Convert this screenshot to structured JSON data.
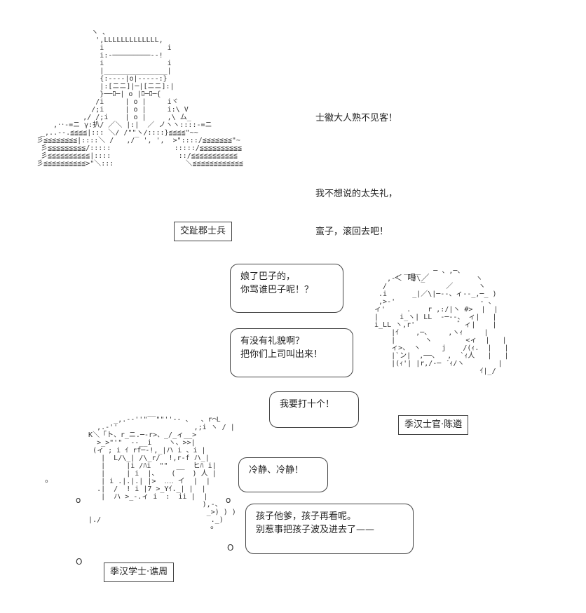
{
  "soldier": {
    "speech": [
      "士徽大人熟不见客！",
      "",
      "我不想说的太失礼，",
      "蛮子，滚回去吧！"
    ],
    "label": "交趾郡士兵"
  },
  "bubbles": [
    {
      "id": "b1",
      "lines": [
        "娘了巴子的，",
        "你骂谁巴子呢！？"
      ]
    },
    {
      "id": "b2",
      "lines": [
        "有没有礼貌啊？",
        "把你们上司叫出来！"
      ]
    },
    {
      "id": "b3",
      "lines": [
        "我要打十个！"
      ]
    },
    {
      "id": "b4",
      "lines": [
        "冷静、冷静！"
      ]
    },
    {
      "id": "b5",
      "lines": [
        "孩子他爹，孩子再看呢。",
        "别惹事把孩子波及进去了——"
      ]
    }
  ],
  "officer": {
    "shout": "＜ 喝 ／",
    "label": "季汉士官·陈遴"
  },
  "scholar": {
    "label": "季汉学士·谯周"
  }
}
